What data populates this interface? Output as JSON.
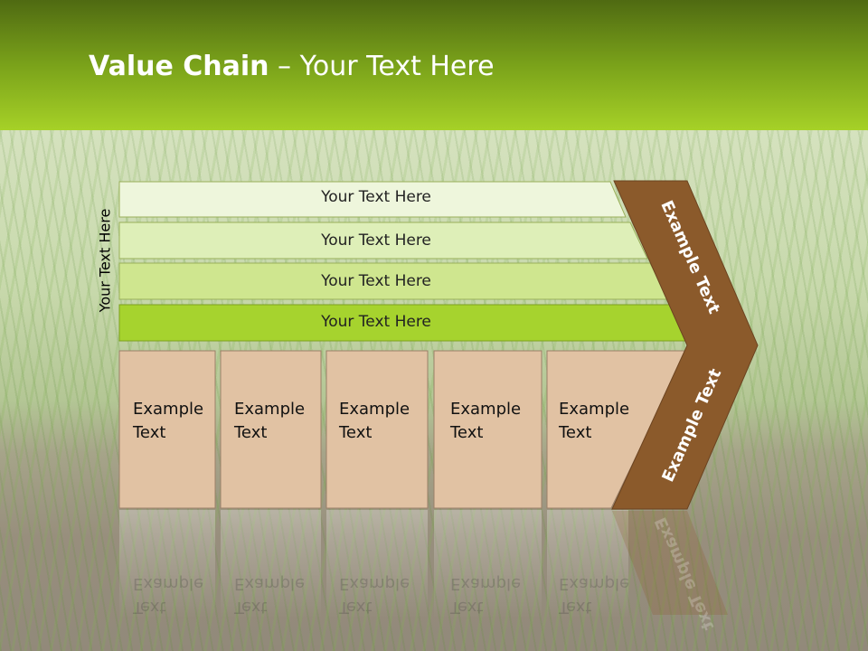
{
  "title": {
    "bold": "Value Chain",
    "rest": " – Your Text Here"
  },
  "side_label": "Your Text Here",
  "bands": [
    {
      "label": "Your Text Here",
      "color": "#eef6dc"
    },
    {
      "label": "Your Text Here",
      "color": "#deefb8"
    },
    {
      "label": "Your Text Here",
      "color": "#cfe68f"
    },
    {
      "label": "Your Text Here",
      "color": "#a6d32e"
    }
  ],
  "boxes": [
    {
      "line1": "Example",
      "line2": "Text"
    },
    {
      "line1": "Example",
      "line2": "Text"
    },
    {
      "line1": "Example",
      "line2": "Text"
    },
    {
      "line1": "Example",
      "line2": "Text"
    },
    {
      "line1": "Example",
      "line2": "Text"
    }
  ],
  "chevron": {
    "upper_label": "Example Text",
    "lower_label": "Example Text",
    "color": "#8b5a2b"
  },
  "colors": {
    "box_fill": "#e1c2a3",
    "header_top": "#4f6a12",
    "header_bottom": "#a6d127"
  }
}
